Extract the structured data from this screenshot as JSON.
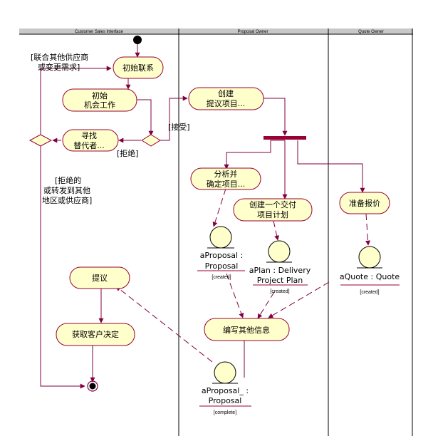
{
  "colors": {
    "node_fill": "#ffffcc",
    "node_stroke": "#990033",
    "flow": "#800040",
    "lane_header": "#c8c8c8",
    "lane_line": "#000000"
  },
  "swimlanes": [
    {
      "title": "Customer Sales Interface"
    },
    {
      "title": "Proposal Owner"
    },
    {
      "title": "Quote Owner"
    }
  ],
  "activities": [
    {
      "id": "initial_contact",
      "lines": [
        "初始联系"
      ]
    },
    {
      "id": "initial_opportunity",
      "lines": [
        "初始",
        "机会工作"
      ]
    },
    {
      "id": "find_alternative",
      "lines": [
        "寻找",
        "替代者..."
      ]
    },
    {
      "id": "create_proposal",
      "lines": [
        "创建",
        "提议项目..."
      ]
    },
    {
      "id": "analyze_proposal",
      "lines": [
        "分析并",
        "确定项目..."
      ]
    },
    {
      "id": "create_delivery_plan",
      "lines": [
        "创建一个交付",
        "项目计划"
      ]
    },
    {
      "id": "prepare_quote",
      "lines": [
        "准备报价"
      ]
    },
    {
      "id": "write_other_info",
      "lines": [
        "编写其他信息"
      ]
    },
    {
      "id": "propose",
      "lines": [
        "提议"
      ]
    },
    {
      "id": "get_customer_decision",
      "lines": [
        "获取客户决定"
      ]
    }
  ],
  "guards": [
    {
      "id": "merge_other",
      "lines": [
        "[联合其他供应商",
        "或变更需求]"
      ]
    },
    {
      "id": "accept",
      "lines": [
        "[接受]"
      ]
    },
    {
      "id": "reject",
      "lines": [
        "[拒绝]"
      ]
    },
    {
      "id": "rejected_forward",
      "lines": [
        "[拒绝的",
        "或转发到其他",
        "地区或供应商]"
      ]
    }
  ],
  "objects": [
    {
      "id": "proposal_created",
      "lines": [
        "aProposal :",
        "Proposal"
      ],
      "state": "[created]"
    },
    {
      "id": "plan_created",
      "lines": [
        "aPlan : Delivery",
        "Project Plan"
      ],
      "state": "[created]"
    },
    {
      "id": "quote_created",
      "lines": [
        "aQuote : Quote"
      ],
      "state": "[created]"
    },
    {
      "id": "proposal_complete",
      "lines": [
        "aProposal_ :",
        "Proposal"
      ],
      "state": "[complete]"
    }
  ]
}
